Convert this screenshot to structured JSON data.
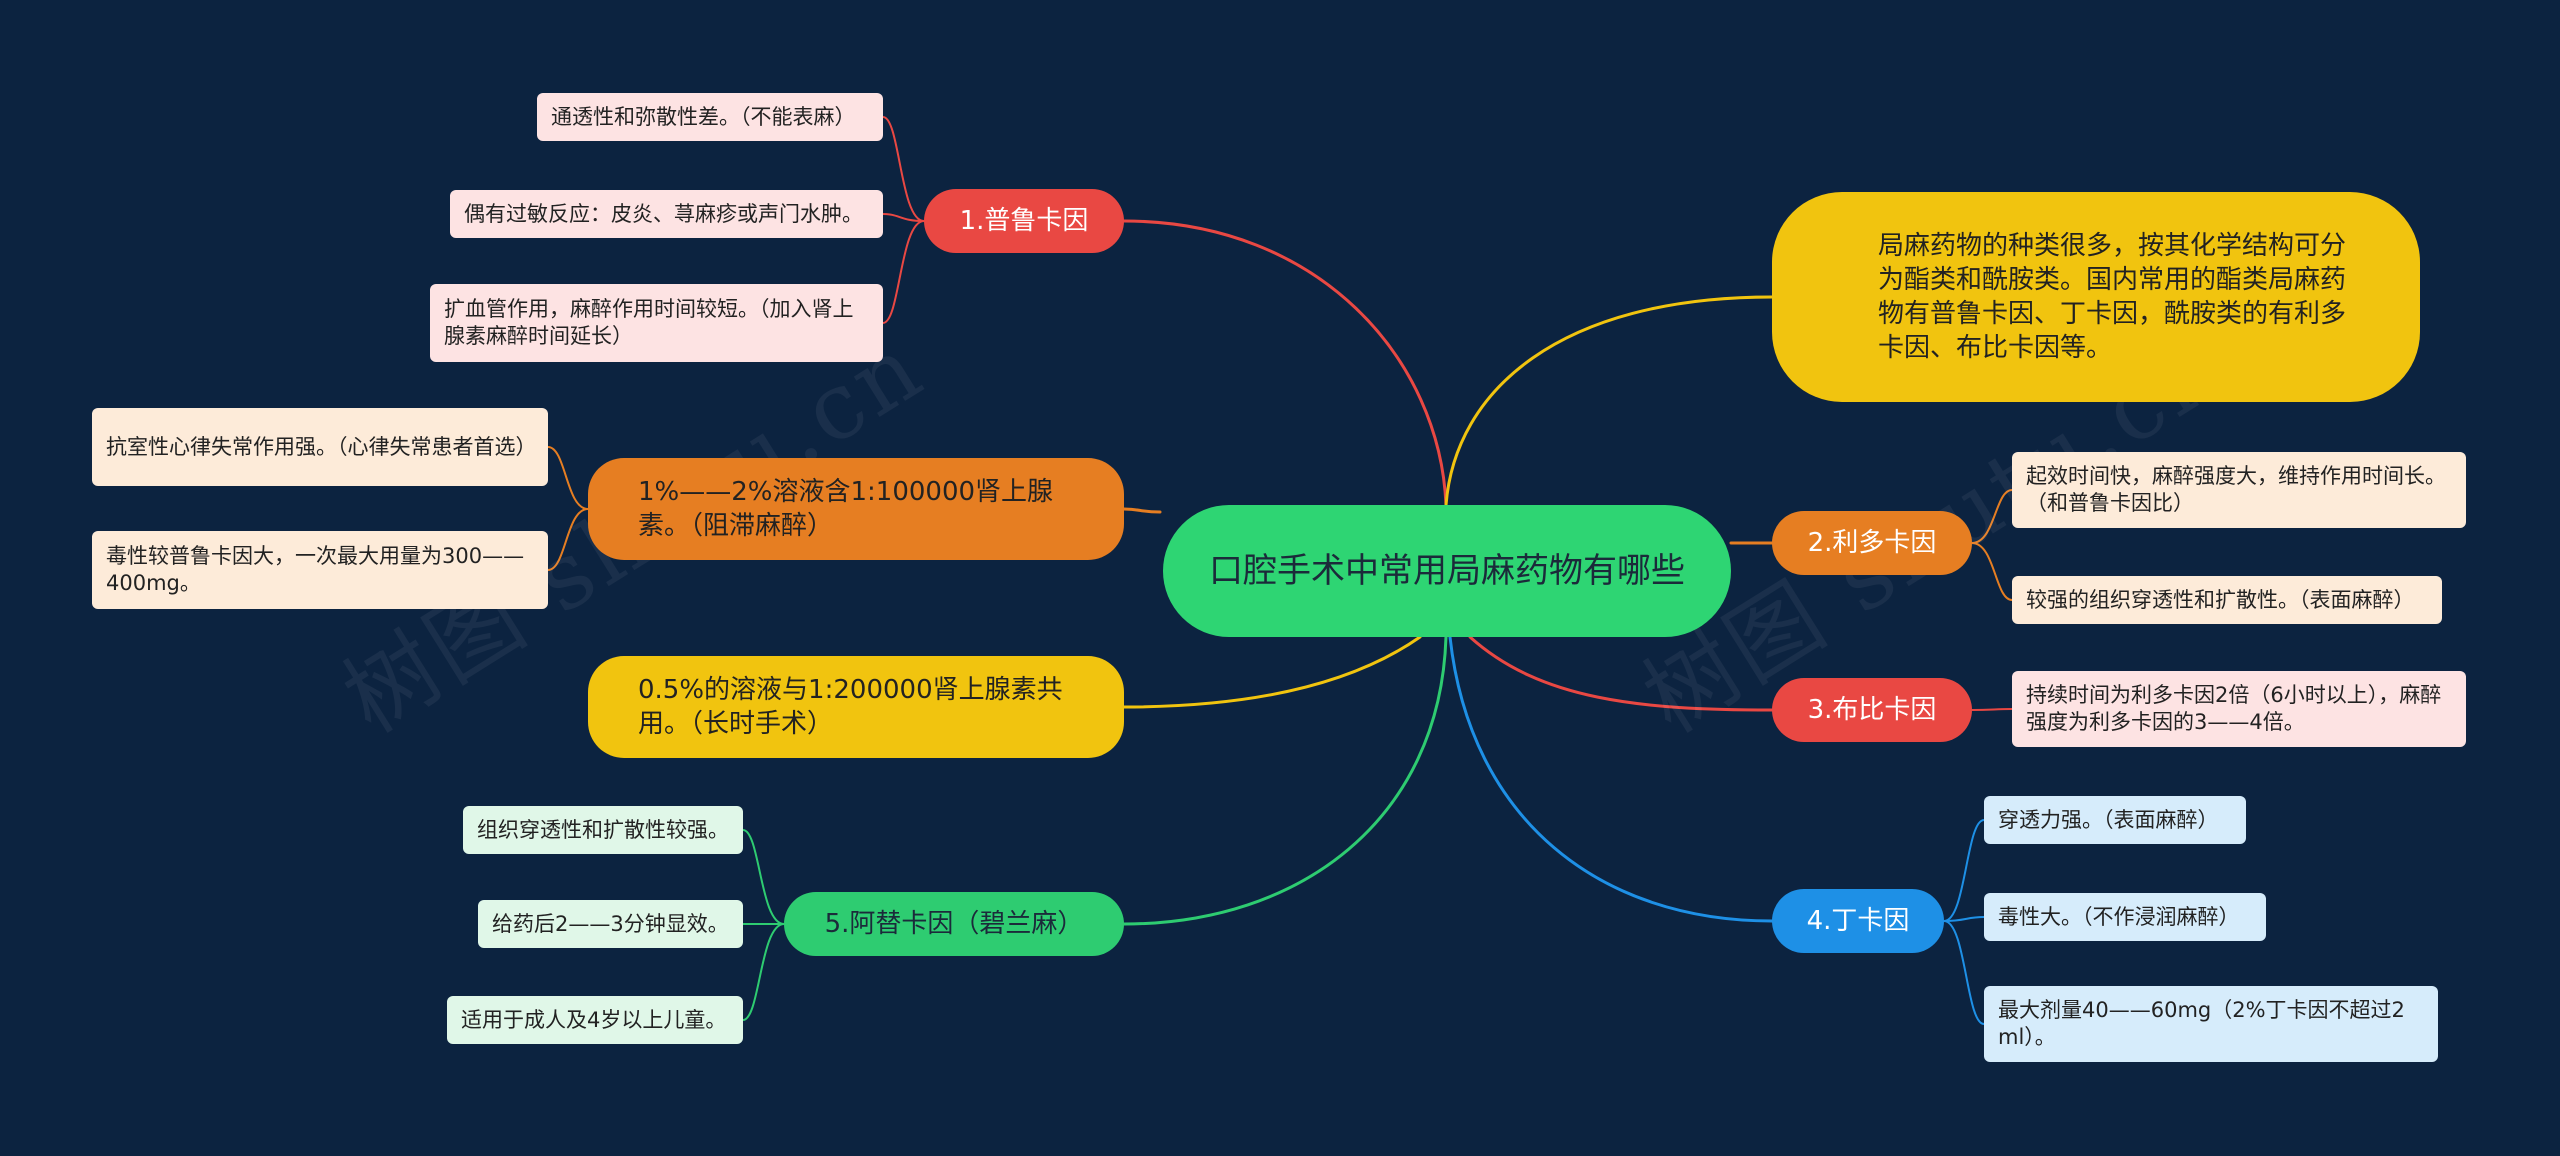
{
  "center": {
    "label": "口腔手术中常用局麻药物有哪些"
  },
  "colors": {
    "background": "#0c2340",
    "center": "#2ed573",
    "red": "#e94843",
    "orange": "#e67e22",
    "yellow": "#f1c40f",
    "green": "#2ecc71",
    "blue": "#1e90e6",
    "leaf_red": "#fde3e3",
    "leaf_orange": "#fdebd9",
    "leaf_green": "#e0f7e8",
    "leaf_blue": "#d6ecfb"
  },
  "intro": {
    "text": "局麻药物的种类很多，按其化学结构可分为酯类和酰胺类。国内常用的酯类局麻药物有普鲁卡因、丁卡因，酰胺类的有利多卡因、布比卡因等。"
  },
  "branches": {
    "procaine": {
      "label": "1.普鲁卡因",
      "leaves": [
        "通透性和弥散性差。（不能表麻）",
        "偶有过敏反应：皮炎、荨麻疹或声门水肿。",
        "扩血管作用，麻醉作用时间较短。（加入肾上腺素麻醉时间延长）"
      ]
    },
    "articaine_block": {
      "label": "1%——2%溶液含1:100000肾上腺素。（阻滞麻醉）",
      "leaves": [
        "抗室性心律失常作用强。（心律失常患者首选）",
        "毒性较普鲁卡因大，一次最大用量为300——400mg。"
      ]
    },
    "long_surgery": {
      "label": "0.5%的溶液与1:200000肾上腺素共用。（长时手术）"
    },
    "articaine": {
      "label": "5.阿替卡因（碧兰麻）",
      "leaves": [
        "组织穿透性和扩散性较强。",
        "给药后2——3分钟显效。",
        "适用于成人及4岁以上儿童。"
      ]
    },
    "lidocaine": {
      "label": "2.利多卡因",
      "leaves": [
        "起效时间快，麻醉强度大，维持作用时间长。（和普鲁卡因比）",
        "较强的组织穿透性和扩散性。（表面麻醉）"
      ]
    },
    "bupivacaine": {
      "label": "3.布比卡因",
      "leaves": [
        "持续时间为利多卡因2倍（6小时以上），麻醉强度为利多卡因的3——4倍。"
      ]
    },
    "tetracaine": {
      "label": "4.丁卡因",
      "leaves": [
        "穿透力强。（表面麻醉）",
        "毒性大。（不作浸润麻醉）",
        "最大剂量40——60mg（2%丁卡因不超过2ml）。"
      ]
    }
  },
  "watermark": "树图 shutu.cn"
}
